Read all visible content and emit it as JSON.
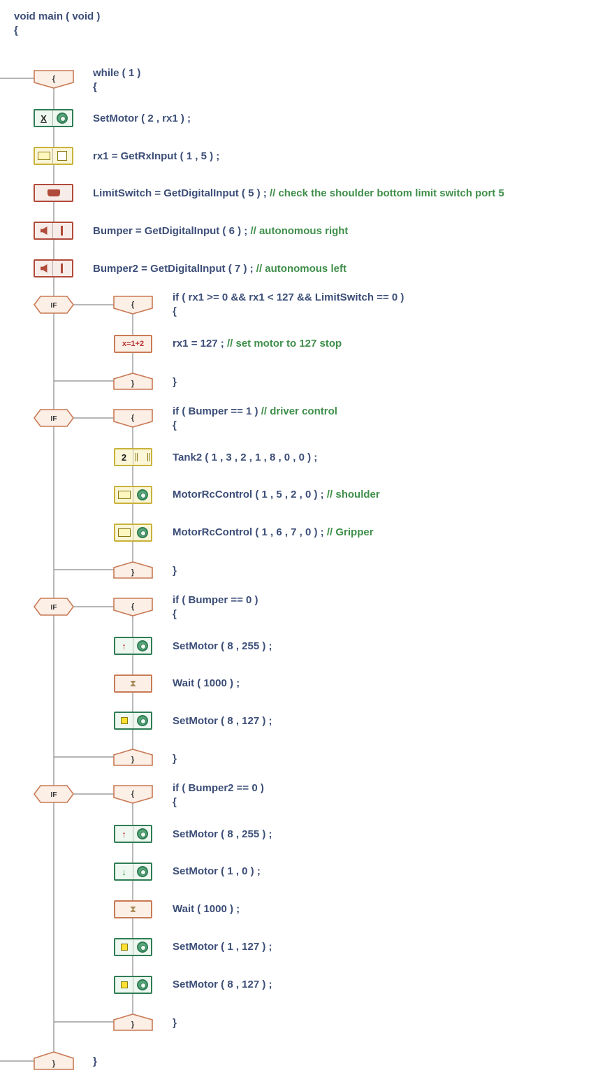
{
  "header": {
    "signature": "void main ( void )",
    "open_brace": "{"
  },
  "shape_labels": {
    "open": "{",
    "close": "}",
    "if": "IF"
  },
  "icon_glyphs": {
    "set_var": "X",
    "tank_num": "2",
    "assign": "x=1+2",
    "up_arrow": "↑",
    "down_arrow": "↓",
    "hourglass": "⧗"
  },
  "lines": [
    {
      "id": "while",
      "code": "while ( 1 )",
      "comment": ""
    },
    {
      "id": "while-brace",
      "code": "{",
      "comment": ""
    },
    {
      "id": "setmotor-2-rx1",
      "code": "SetMotor ( 2 , rx1 ) ;",
      "comment": ""
    },
    {
      "id": "rx1-getrxinput",
      "code": "rx1 = GetRxInput ( 1 , 5 ) ;",
      "comment": ""
    },
    {
      "id": "limitswitch",
      "code": "LimitSwitch = GetDigitalInput ( 5 ) ;",
      "comment": "// check the shoulder bottom limit switch port 5"
    },
    {
      "id": "bumper",
      "code": "Bumper = GetDigitalInput ( 6 ) ;",
      "comment": "// autonomous right"
    },
    {
      "id": "bumper2",
      "code": "Bumper2 = GetDigitalInput ( 7 ) ;",
      "comment": "// autonomous left"
    },
    {
      "id": "if1",
      "code": "if ( rx1 >= 0 && rx1 < 127 && LimitSwitch == 0 )",
      "comment": ""
    },
    {
      "id": "if1-brace",
      "code": "{",
      "comment": ""
    },
    {
      "id": "rx1-127",
      "code": "rx1 = 127 ;",
      "comment": "// set motor to 127 stop"
    },
    {
      "id": "if1-close",
      "code": "}",
      "comment": ""
    },
    {
      "id": "if2",
      "code": "if ( Bumper == 1 )",
      "comment": "// driver control"
    },
    {
      "id": "if2-brace",
      "code": "{",
      "comment": ""
    },
    {
      "id": "tank2",
      "code": "Tank2 ( 1 , 3 , 2 , 1 , 8 , 0 , 0 ) ;",
      "comment": ""
    },
    {
      "id": "motorrc-shoulder",
      "code": "MotorRcControl ( 1 , 5 , 2 , 0 ) ;",
      "comment": "// shoulder"
    },
    {
      "id": "motorrc-gripper",
      "code": "MotorRcControl ( 1 , 6 , 7 , 0 ) ;",
      "comment": "// Gripper"
    },
    {
      "id": "if2-close",
      "code": "}",
      "comment": ""
    },
    {
      "id": "if3",
      "code": "if ( Bumper == 0 )",
      "comment": ""
    },
    {
      "id": "if3-brace",
      "code": "{",
      "comment": ""
    },
    {
      "id": "setmotor-8-255-a",
      "code": "SetMotor ( 8 , 255 ) ;",
      "comment": ""
    },
    {
      "id": "wait-a",
      "code": "Wait ( 1000 ) ;",
      "comment": ""
    },
    {
      "id": "setmotor-8-127-a",
      "code": "SetMotor ( 8 , 127 ) ;",
      "comment": ""
    },
    {
      "id": "if3-close",
      "code": "}",
      "comment": ""
    },
    {
      "id": "if4",
      "code": "if ( Bumper2 == 0 )",
      "comment": ""
    },
    {
      "id": "if4-brace",
      "code": "{",
      "comment": ""
    },
    {
      "id": "setmotor-8-255-b",
      "code": "SetMotor ( 8 , 255 ) ;",
      "comment": ""
    },
    {
      "id": "setmotor-1-0",
      "code": "SetMotor ( 1 , 0 ) ;",
      "comment": ""
    },
    {
      "id": "wait-b",
      "code": "Wait ( 1000 ) ;",
      "comment": ""
    },
    {
      "id": "setmotor-1-127",
      "code": "SetMotor ( 1 , 127 ) ;",
      "comment": ""
    },
    {
      "id": "setmotor-8-127-b",
      "code": "SetMotor ( 8 , 127 ) ;",
      "comment": ""
    },
    {
      "id": "if4-close",
      "code": "}",
      "comment": ""
    },
    {
      "id": "while-close",
      "code": "}",
      "comment": ""
    }
  ],
  "colors": {
    "code_text": "#3c4e78",
    "comment_text": "#3f8f4a",
    "flow_line": "#8a8a8a",
    "shape_border": "#c97a55",
    "motor_block": "#2f7d55",
    "input_block": "#b04a3a"
  }
}
